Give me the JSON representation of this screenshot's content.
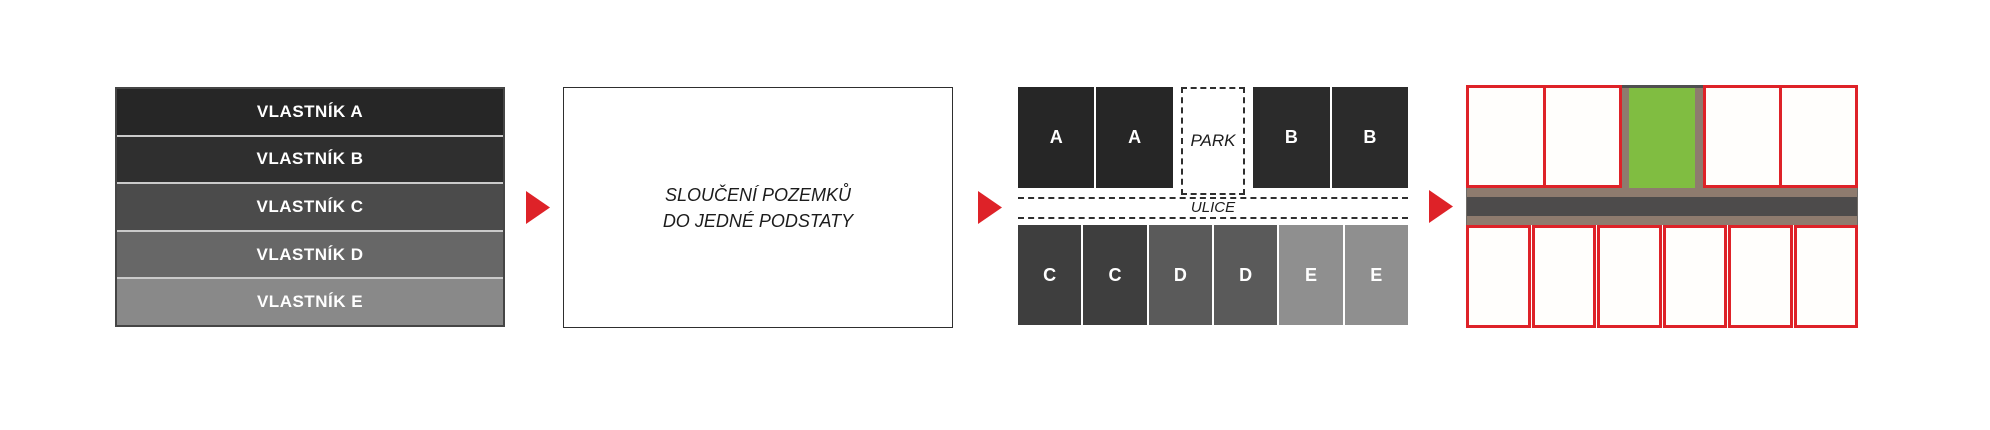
{
  "arrow_color": "#de2228",
  "panels": {
    "owners": {
      "items": [
        {
          "label": "VLASTNÍK A",
          "color": "#262626"
        },
        {
          "label": "VLASTNÍK B",
          "color": "#2f2f2f"
        },
        {
          "label": "VLASTNÍK C",
          "color": "#4b4b4b"
        },
        {
          "label": "VLASTNÍK D",
          "color": "#676767"
        },
        {
          "label": "VLASTNÍK E",
          "color": "#898989"
        }
      ],
      "border_color": "#454545",
      "separator_color": "#cacaca"
    },
    "merge": {
      "line1": "SLOUČENÍ POZEMKŮ",
      "line2": "DO JEDNÉ PODSTATY"
    },
    "layout": {
      "top_plots": [
        {
          "label": "A",
          "color": "#262626"
        },
        {
          "label": "A",
          "color": "#262626"
        },
        {
          "label": "PARK",
          "color": "#ffffff"
        },
        {
          "label": "B",
          "color": "#2b2b2b"
        },
        {
          "label": "B",
          "color": "#2b2b2b"
        }
      ],
      "street_label": "ULICE",
      "bottom_plots": [
        {
          "label": "C",
          "color": "#3e3e3e"
        },
        {
          "label": "C",
          "color": "#3e3e3e"
        },
        {
          "label": "D",
          "color": "#5a5a5a"
        },
        {
          "label": "D",
          "color": "#5a5a5a"
        },
        {
          "label": "E",
          "color": "#8f8f8f"
        },
        {
          "label": "E",
          "color": "#8f8f8f"
        }
      ]
    },
    "result": {
      "red": "#de2228",
      "green": "#80bd41",
      "brown": "#8e7b6e",
      "asphalt": "#4d4b4b",
      "park_top_edge": "#4f4f4f",
      "top_left_plots": 2,
      "top_right_plots": 2,
      "bottom_plots": 6
    }
  }
}
